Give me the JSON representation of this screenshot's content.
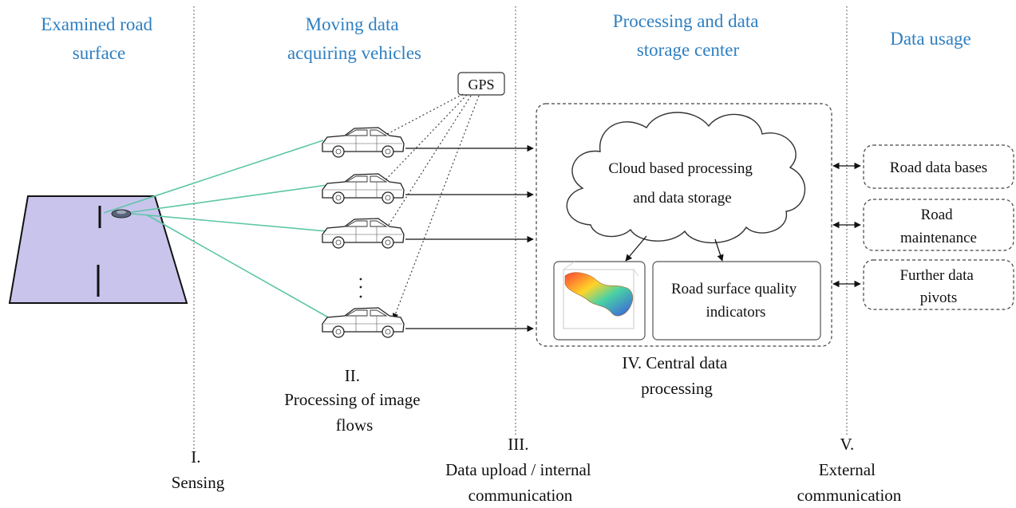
{
  "headers": {
    "road": [
      "Examined road",
      "surface"
    ],
    "vehicles": [
      "Moving data",
      "acquiring vehicles"
    ],
    "center": [
      "Processing and data",
      "storage center"
    ],
    "usage": [
      "Data usage"
    ]
  },
  "gps_label": "GPS",
  "cloud_label": [
    "Cloud based processing",
    "and data storage"
  ],
  "indicators_label": [
    "Road surface quality",
    "indicators"
  ],
  "vertical_ellipsis": "·\n·\n·",
  "usage_boxes": [
    [
      "Road data bases"
    ],
    [
      "Road",
      "maintenance"
    ],
    [
      "Further data",
      "pivots"
    ]
  ],
  "stages": {
    "sensing": [
      "I.",
      "Sensing"
    ],
    "image_processing": [
      "II.",
      "Processing of image",
      "flows"
    ],
    "upload": [
      "III.",
      "Data upload / internal",
      "communication"
    ],
    "central": [
      "IV. Central data",
      "processing"
    ],
    "external": [
      "V.",
      "External",
      "communication"
    ]
  },
  "colors": {
    "header_text": "#2e7fc1",
    "road_fill": "#c9c4ec",
    "sensor_ray": "#5cc6a7",
    "text": "#111111"
  }
}
